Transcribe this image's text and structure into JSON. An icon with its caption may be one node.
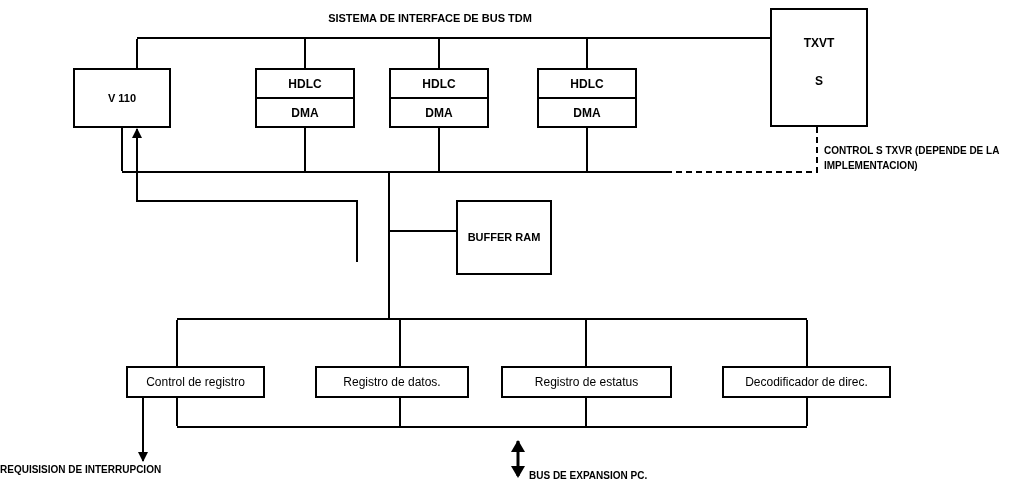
{
  "diagram": {
    "title": "SISTEMA DE INTERFACE DE BUS TDM",
    "nodes": [
      {
        "text": [],
        "shape": "bar"
      },
      {
        "text": [
          "V 110"
        ]
      },
      {
        "text": [
          "HDLC",
          "DMA"
        ]
      },
      {
        "text": [
          "HDLC",
          "DMA"
        ]
      },
      {
        "text": [
          "HDLC",
          "DMA"
        ]
      },
      {
        "text": [
          "TXVT",
          "S"
        ]
      },
      {
        "text": [],
        "shape": "bar"
      },
      {
        "text": [
          "BUFFER RAM"
        ]
      },
      {
        "text": [],
        "shape": "bar"
      },
      {
        "text": [
          "Control de registro"
        ]
      },
      {
        "text": [
          "Registro de datos."
        ]
      },
      {
        "text": [
          "Registro de estatus"
        ]
      },
      {
        "text": [
          "Decodificador de direc."
        ]
      },
      {
        "text": [],
        "shape": "bar"
      },
      {
        "text": [
          "REQUISISION DE INTERRUPCION"
        ]
      }
    ],
    "edges": [
      {
        "from": 1,
        "to": 0,
        "arrow": "none"
      },
      {
        "from": 2,
        "to": 0,
        "arrow": "none"
      },
      {
        "from": 3,
        "to": 0,
        "arrow": "none"
      },
      {
        "from": 4,
        "to": 0,
        "arrow": "none"
      },
      {
        "from": 5,
        "to": 0,
        "arrow": "none"
      },
      {
        "from": 1,
        "to": 6,
        "arrow": "none"
      },
      {
        "from": 2,
        "to": 6,
        "arrow": "none"
      },
      {
        "from": 3,
        "to": 6,
        "arrow": "none"
      },
      {
        "from": 4,
        "to": 6,
        "arrow": "none"
      },
      {
        "from": 5,
        "to": 6,
        "arrow": "none",
        "style": "dashed"
      },
      {
        "from": null,
        "to": 1,
        "arrow": "to"
      },
      {
        "from": 6,
        "to": 7,
        "arrow": "none"
      },
      {
        "from": 6,
        "to": 8,
        "arrow": "none"
      },
      {
        "from": 9,
        "to": 8,
        "arrow": "none"
      },
      {
        "from": 10,
        "to": 8,
        "arrow": "none"
      },
      {
        "from": 11,
        "to": 8,
        "arrow": "none"
      },
      {
        "from": 12,
        "to": 8,
        "arrow": "none"
      },
      {
        "from": 9,
        "to": 13,
        "arrow": "none"
      },
      {
        "from": 10,
        "to": 13,
        "arrow": "none"
      },
      {
        "from": 11,
        "to": 13,
        "arrow": "none"
      },
      {
        "from": 12,
        "to": 13,
        "arrow": "none"
      },
      {
        "from": 9,
        "to": 14,
        "arrow": "to"
      }
    ],
    "labels": [
      "CONTROL S TXVR (DEPENDE DE LA IMPLEMENTACION)",
      "BUS DE EXPANSION PC."
    ]
  }
}
